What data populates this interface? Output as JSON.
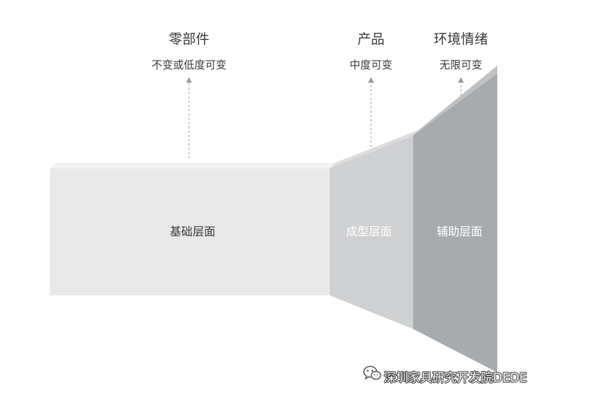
{
  "colors": {
    "base_face": "#e8e8e8",
    "base_top": "#f2f2f2",
    "forming_face": "#cfd0d2",
    "forming_top": "#dcdcde",
    "auxiliary_face": "#a8abad",
    "auxiliary_top": "#bfc1c3",
    "label_dark": "#3a3a3a",
    "label_light": "#ffffff",
    "arrow": "#9a9a9a"
  },
  "columns": [
    {
      "title": "零部件",
      "subtitle": "不变或低度可变"
    },
    {
      "title": "产品",
      "subtitle": "中度可变"
    },
    {
      "title": "环境情绪",
      "subtitle": "无限可变"
    }
  ],
  "layers": {
    "base": "基础层面",
    "forming": "成型层面",
    "auxiliary": "辅助层面"
  },
  "watermark": {
    "text": "深圳家具研究开发院DEDE",
    "icon": "wechat-icon"
  }
}
